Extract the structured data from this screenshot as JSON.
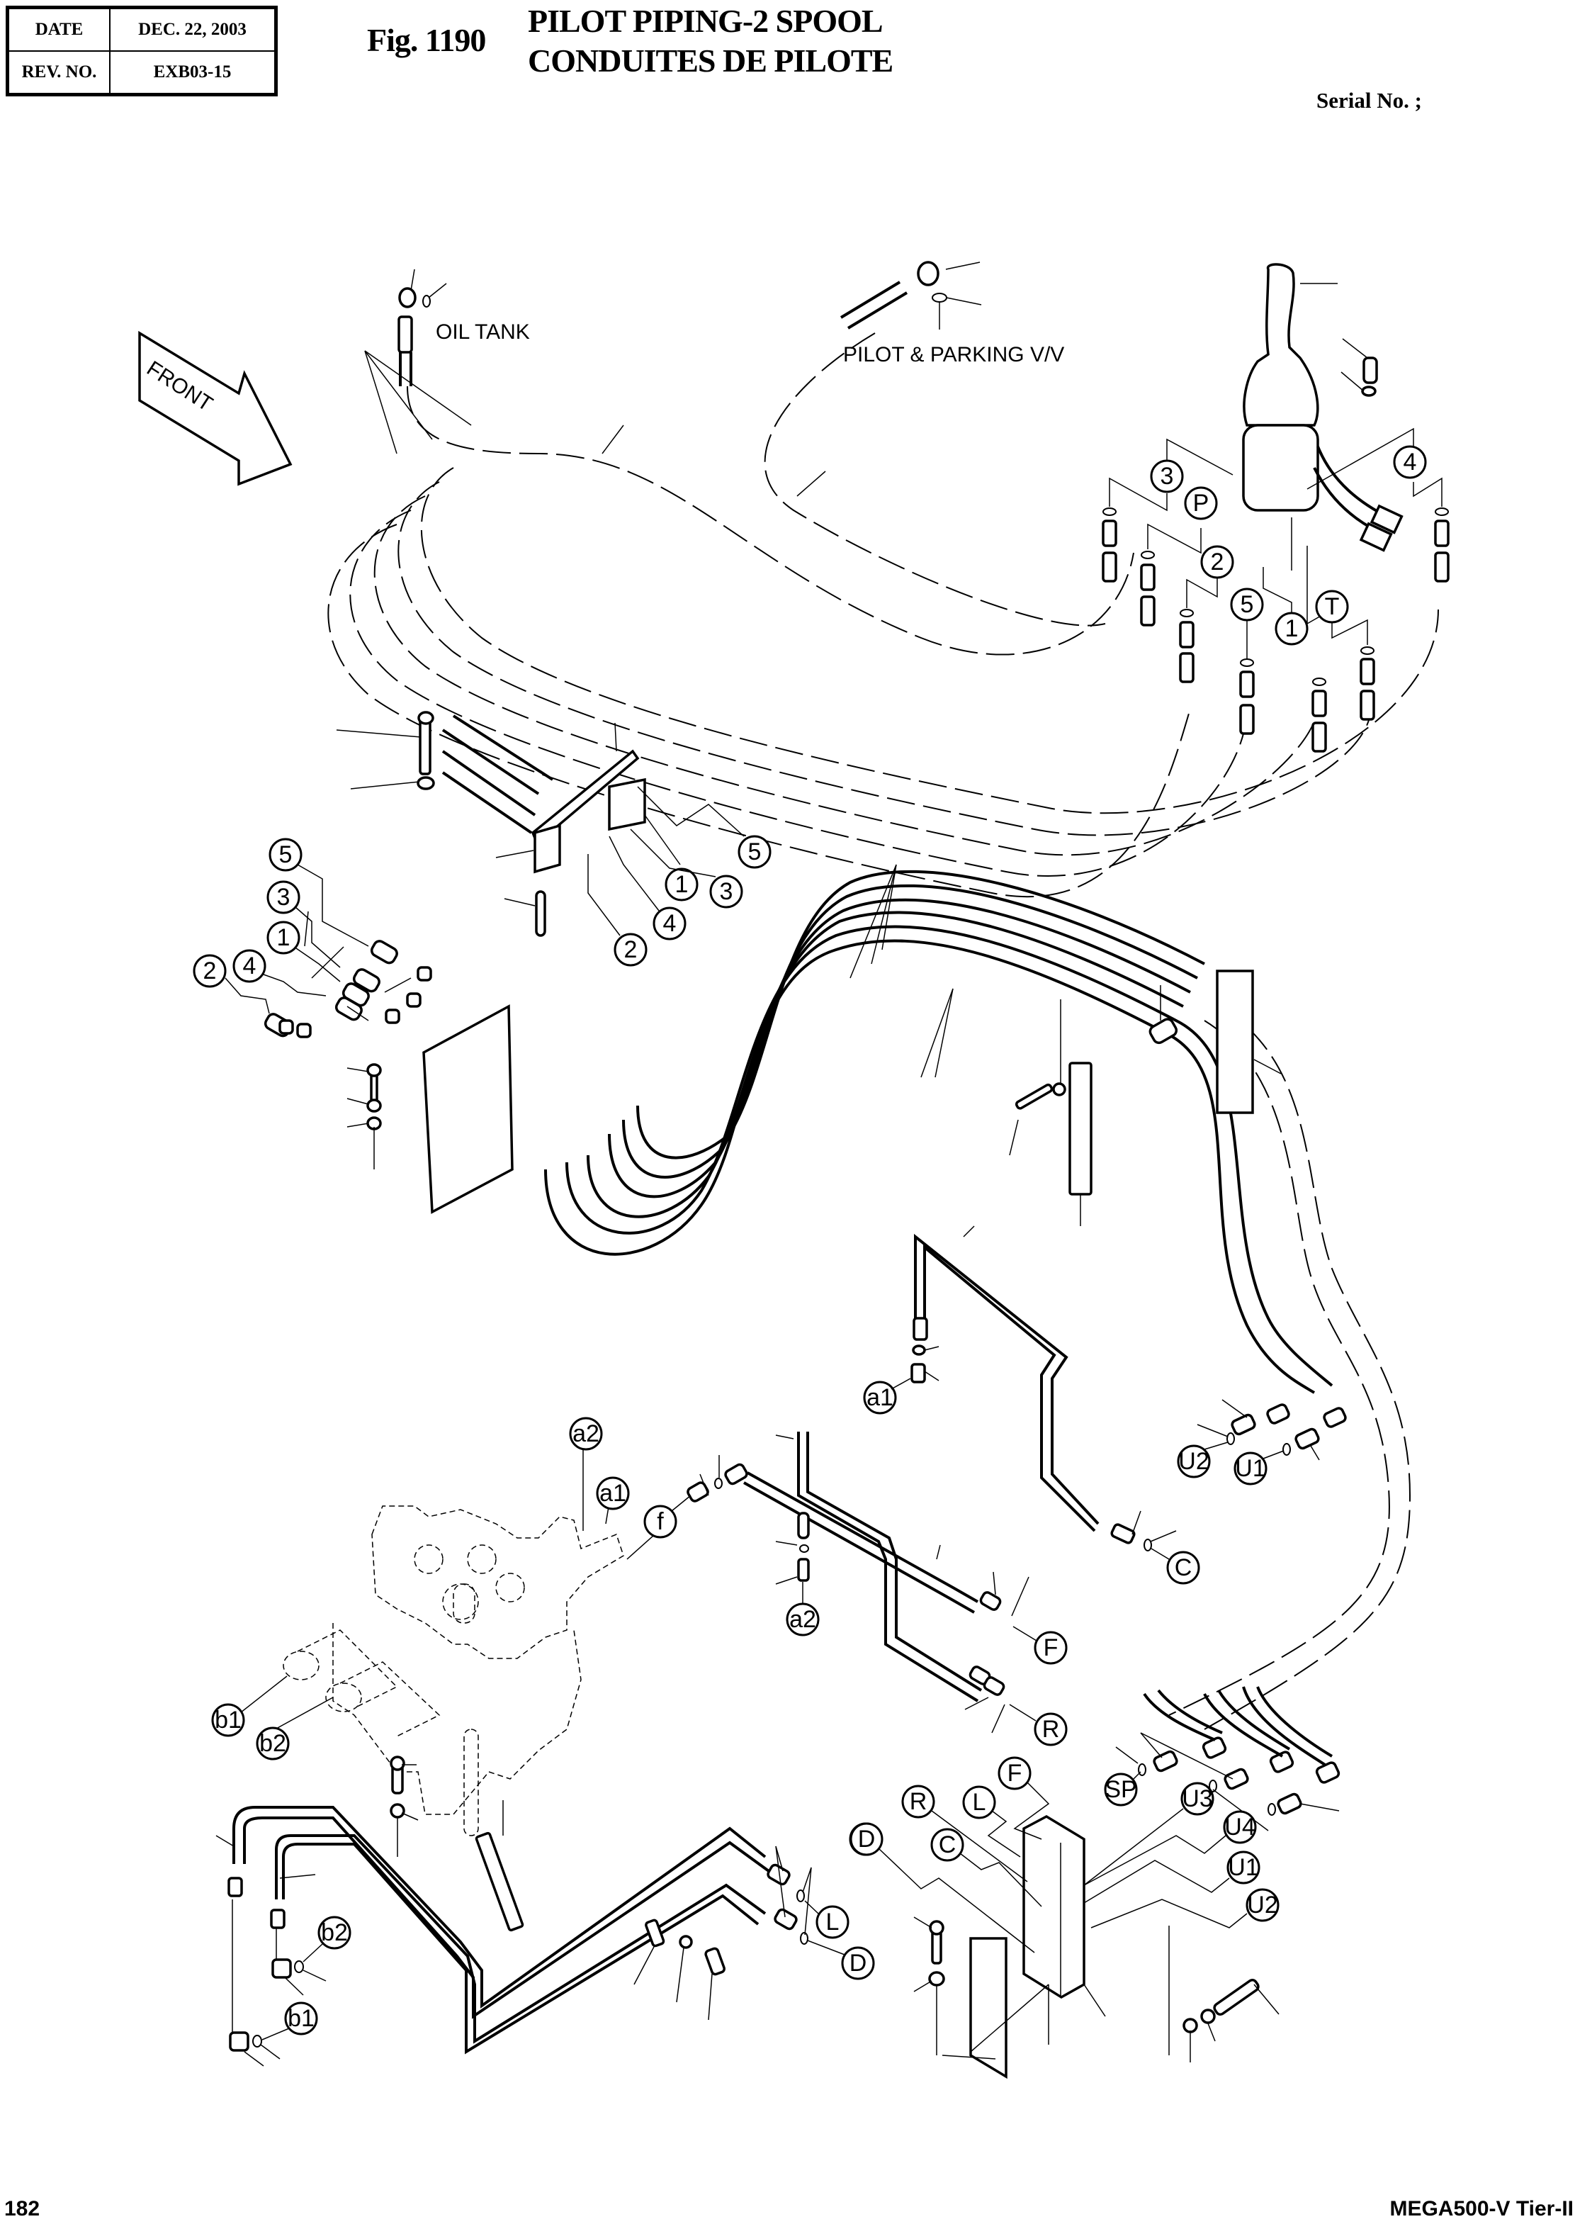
{
  "header": {
    "date_label": "DATE",
    "date_value": "DEC. 22, 2003",
    "rev_label": "REV. NO.",
    "rev_value": "EXB03-15",
    "fig_number": "Fig. 1190",
    "title_en": "PILOT PIPING-2 SPOOL",
    "title_fr": "CONDUITES DE PILOTE",
    "serial_label": "Serial No. ;"
  },
  "footer": {
    "page_number": "182",
    "model": "MEGA500-V Tier-II"
  },
  "diagram": {
    "direction_arrow": "FRONT",
    "annotations": {
      "oil_tank": "OIL TANK",
      "pilot_parking_valve": "PILOT & PARKING V/V"
    },
    "callouts": {
      "joystick_3": "3",
      "joystick_P": "P",
      "joystick_4": "4",
      "joystick_2": "2",
      "joystick_5": "5",
      "joystick_1": "1",
      "joystick_T": "T",
      "clamp_1": "1",
      "clamp_3": "3",
      "clamp_5": "5",
      "clamp_4": "4",
      "clamp_2": "2",
      "bracket_5": "5",
      "bracket_3": "3",
      "bracket_1": "1",
      "bracket_4": "4",
      "bracket_2": "2",
      "a1_top": "a1",
      "U2_mid": "U2",
      "U1_mid": "U1",
      "C_mid": "C",
      "a2_valve": "a2",
      "a1_valve": "a1",
      "f_valve": "f",
      "a2_pipe": "a2",
      "F_pipe": "F",
      "R_pipe": "R",
      "b1_valve": "b1",
      "b2_valve": "b2",
      "SP": "SP",
      "U3": "U3",
      "U4": "U4",
      "U1_block": "U1",
      "U2_block": "U2",
      "F_block": "F",
      "R_block": "R",
      "L_block": "L",
      "C_block": "C",
      "D_block": "D",
      "L_low": "L",
      "D_low": "D",
      "b2_low": "b2",
      "b1_low": "b1"
    }
  }
}
